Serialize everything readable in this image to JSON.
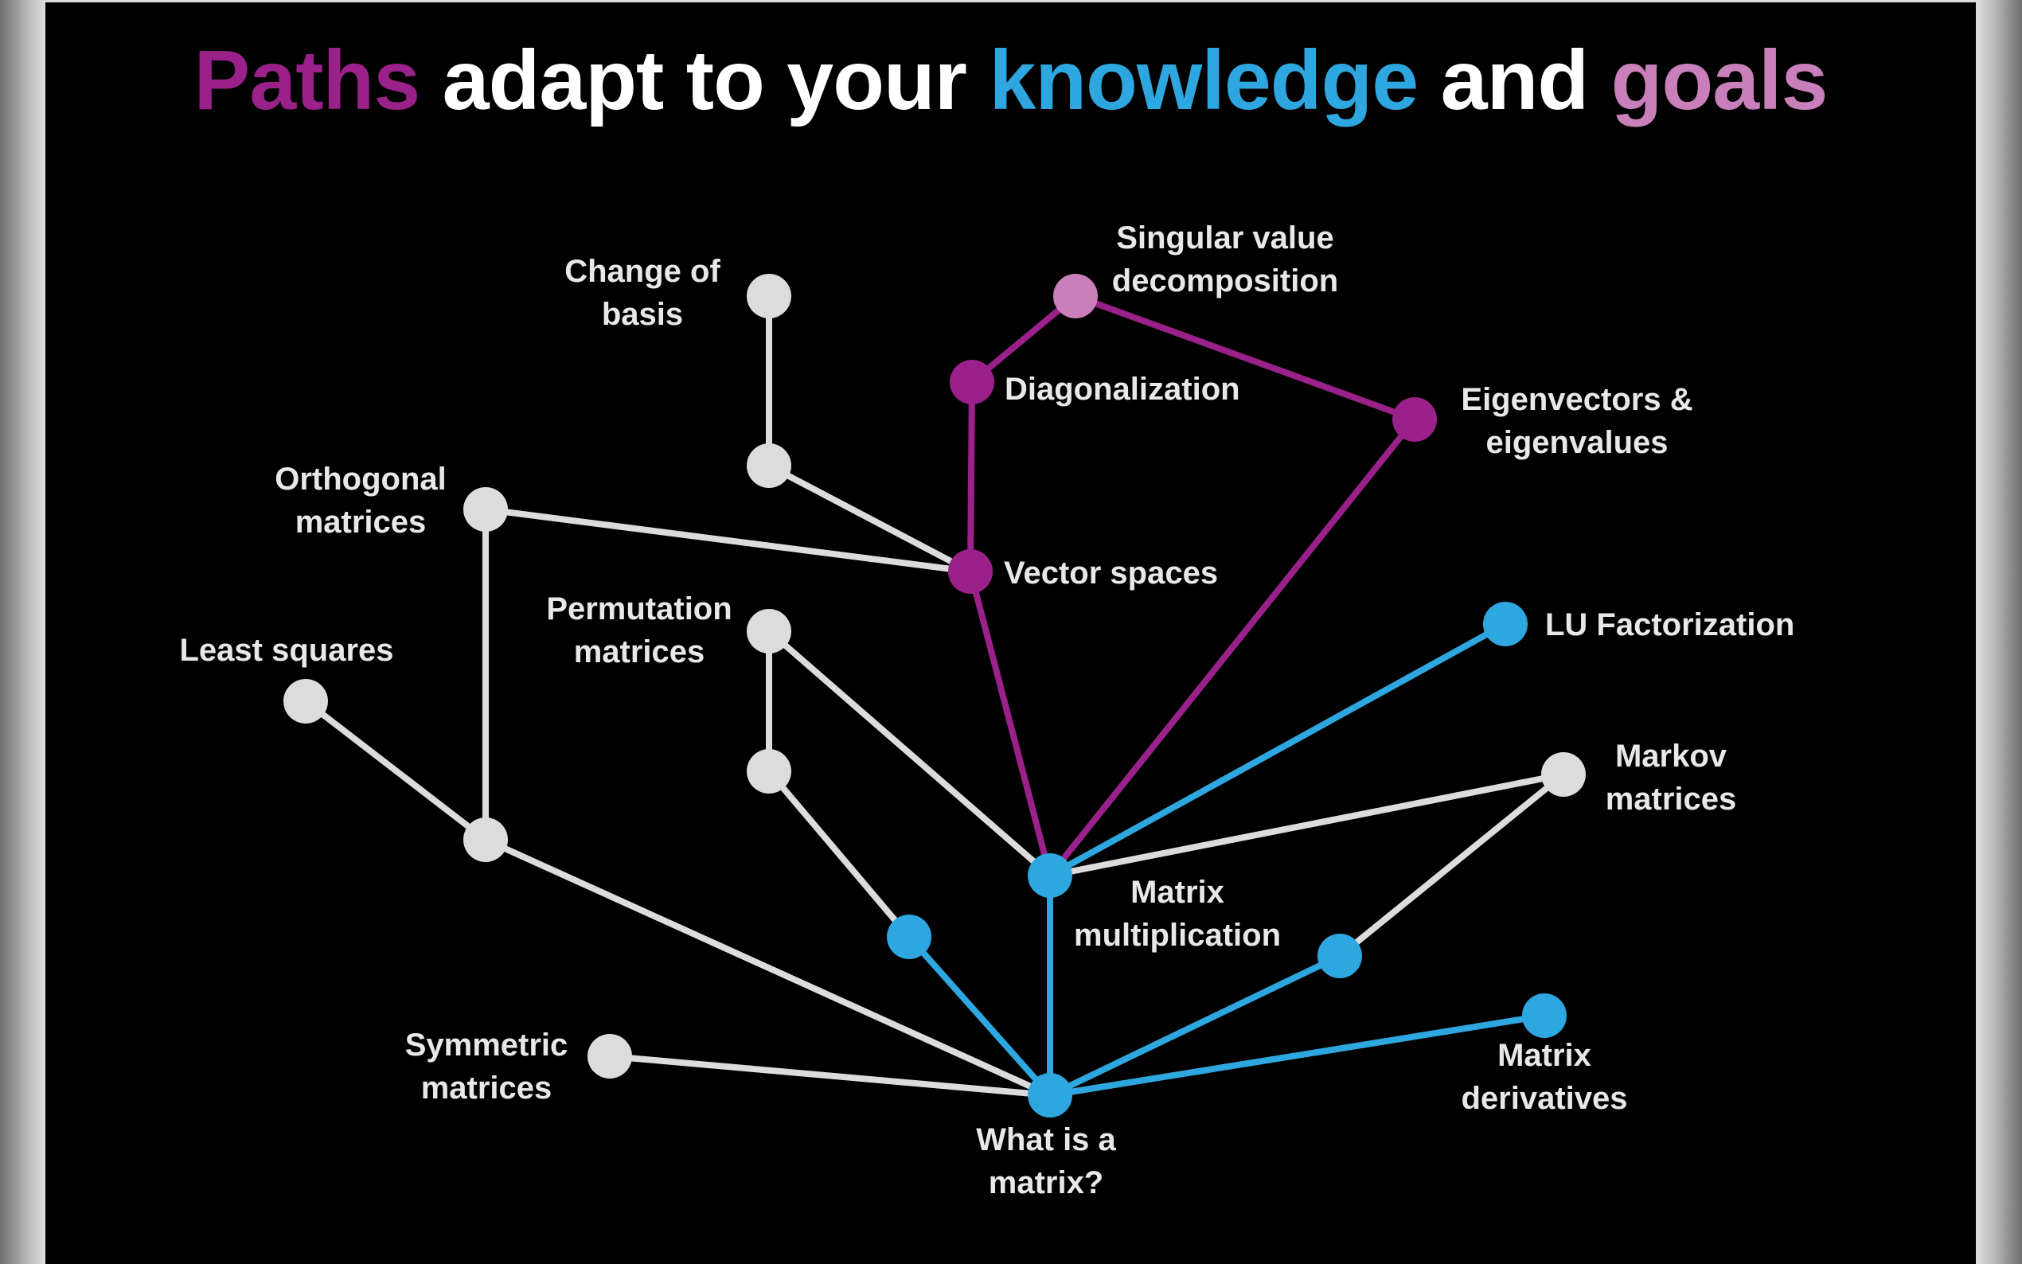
{
  "title": {
    "w1": "Paths",
    "w2": " adapt to your ",
    "w3": "knowledge",
    "w4": " and ",
    "w5": "goals"
  },
  "colors": {
    "background": "#000000",
    "title_white": "#ffffff",
    "purple": "#9a2189",
    "blue": "#2ea7e0",
    "pink": "#c97fb9",
    "gray": "#dcdcdc",
    "label": "#e8e8e8"
  },
  "labels": {
    "change_of_basis": [
      "Change of",
      "basis"
    ],
    "singular_value_decomposition": [
      "Singular value",
      "decomposition"
    ],
    "diagonalization": [
      "Diagonalization"
    ],
    "eigenvectors_eigenvalues": [
      "Eigenvectors &",
      "eigenvalues"
    ],
    "orthogonal_matrices": [
      "Orthogonal",
      "matrices"
    ],
    "vector_spaces": [
      "Vector spaces"
    ],
    "permutation_matrices": [
      "Permutation",
      "matrices"
    ],
    "least_squares": [
      "Least squares"
    ],
    "lu_factorization": [
      "LU Factorization"
    ],
    "markov_matrices": [
      "Markov",
      "matrices"
    ],
    "matrix_multiplication": [
      "Matrix",
      "multiplication"
    ],
    "symmetric_matrices": [
      "Symmetric",
      "matrices"
    ],
    "matrix_derivatives": [
      "Matrix",
      "derivatives"
    ],
    "what_is_a_matrix": [
      "What is a",
      "matrix?"
    ]
  }
}
